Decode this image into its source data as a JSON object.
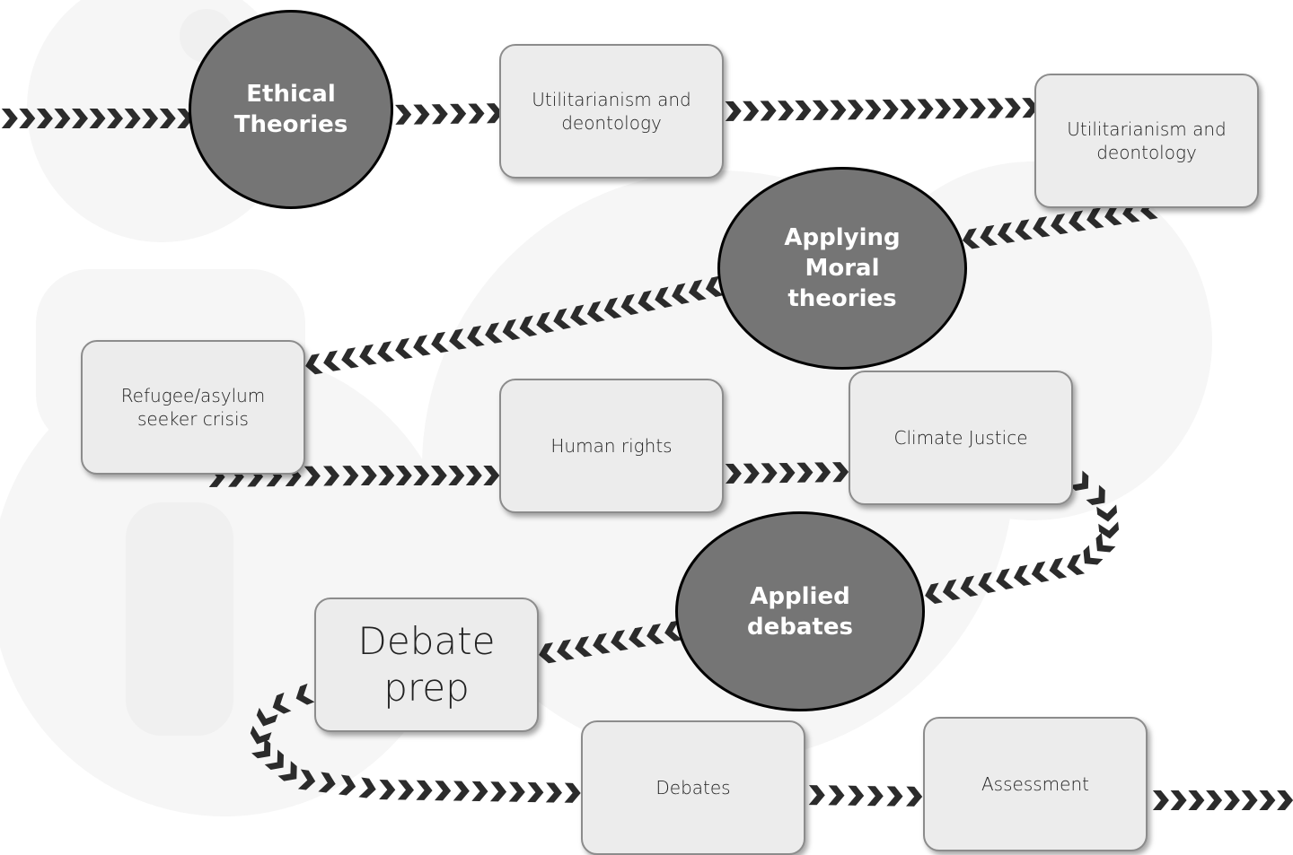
{
  "stages": {
    "ethical_theories": "Ethical Theories",
    "applying_moral_theories": "Applying\nMoral\ntheories",
    "applied_debates": "Applied\ndebates"
  },
  "topics": {
    "utilitarianism_1": "Utilitarianism and\ndeontology",
    "utilitarianism_2": "Utilitarianism and\ndeontology",
    "refugee": "Refugee/asylum\nseeker crisis",
    "human_rights": "Human rights",
    "climate_justice": "Climate Justice",
    "debate_prep": "Debate\nprep",
    "debates": "Debates",
    "assessment": "Assessment"
  },
  "colors": {
    "stage_fill": "#757575",
    "topic_fill": "#ececec",
    "arrow": "#2b2b2b"
  },
  "icons": {
    "path_marker": "chevron-icon"
  }
}
